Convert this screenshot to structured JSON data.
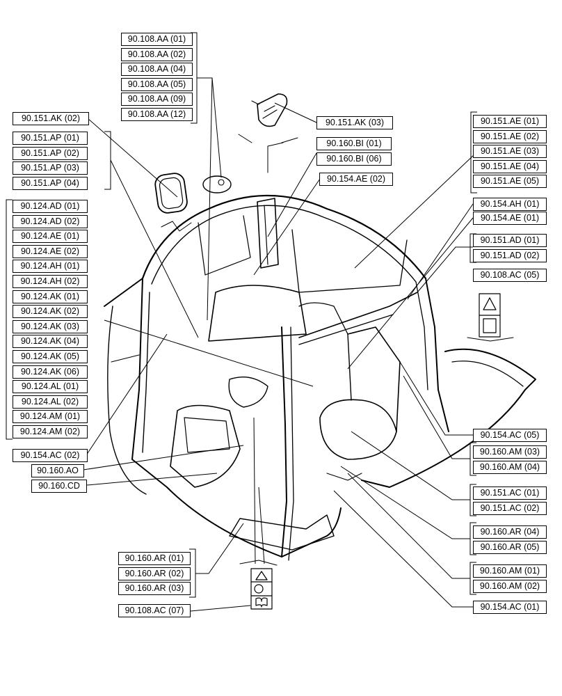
{
  "groups": [
    {
      "id": "g-108aa",
      "items": [
        "90.108.AA (01)",
        "90.108.AA (02)",
        "90.108.AA (04)",
        "90.108.AA (05)",
        "90.108.AA (09)",
        "90.108.AA (12)"
      ]
    },
    {
      "id": "g-151ak02",
      "items": [
        "90.151.AK (02)"
      ]
    },
    {
      "id": "g-151ap",
      "items": [
        "90.151.AP (01)",
        "90.151.AP (02)",
        "90.151.AP (03)",
        "90.151.AP (04)"
      ]
    },
    {
      "id": "g-124",
      "items": [
        "90.124.AD (01)",
        "90.124.AD (02)",
        "90.124.AE (01)",
        "90.124.AE (02)",
        "90.124.AH (01)",
        "90.124.AH (02)",
        "90.124.AK (01)",
        "90.124.AK (02)",
        "90.124.AK (03)",
        "90.124.AK (04)",
        "90.124.AK (05)",
        "90.124.AK (06)",
        "90.124.AL (01)",
        "90.124.AL (02)",
        "90.124.AM (01)",
        "90.124.AM (02)"
      ]
    },
    {
      "id": "g-154ac02",
      "items": [
        "90.154.AC (02)"
      ]
    },
    {
      "id": "g-160ao",
      "items": [
        "90.160.AO"
      ]
    },
    {
      "id": "g-160cd",
      "items": [
        "90.160.CD"
      ]
    },
    {
      "id": "g-151ak03",
      "items": [
        "90.151.AK (03)"
      ]
    },
    {
      "id": "g-160bi",
      "items": [
        "90.160.BI (01)",
        "90.160.BI (06)"
      ]
    },
    {
      "id": "g-154ae02",
      "items": [
        "90.154.AE (02)"
      ]
    },
    {
      "id": "g-151ae",
      "items": [
        "90.151.AE (01)",
        "90.151.AE (02)",
        "90.151.AE (03)",
        "90.151.AE (04)",
        "90.151.AE (05)"
      ]
    },
    {
      "id": "g-154ah01",
      "items": [
        "90.154.AH (01)"
      ]
    },
    {
      "id": "g-154ae01",
      "items": [
        "90.154.AE (01)"
      ]
    },
    {
      "id": "g-151ad",
      "items": [
        "90.151.AD (01)",
        "90.151.AD (02)"
      ]
    },
    {
      "id": "g-108ac05",
      "items": [
        "90.108.AC (05)"
      ]
    },
    {
      "id": "g-154ac05",
      "items": [
        "90.154.AC (05)"
      ]
    },
    {
      "id": "g-160am-a",
      "items": [
        "90.160.AM (03)",
        "90.160.AM (04)"
      ]
    },
    {
      "id": "g-151ac",
      "items": [
        "90.151.AC (01)",
        "90.151.AC (02)"
      ]
    },
    {
      "id": "g-160ar-r",
      "items": [
        "90.160.AR (04)",
        "90.160.AR (05)"
      ]
    },
    {
      "id": "g-160am-b",
      "items": [
        "90.160.AM (01)",
        "90.160.AM (02)"
      ]
    },
    {
      "id": "g-154ac01",
      "items": [
        "90.154.AC (01)"
      ]
    },
    {
      "id": "g-160ar-l",
      "items": [
        "90.160.AR (01)",
        "90.160.AR (02)",
        "90.160.AR (03)"
      ]
    },
    {
      "id": "g-108ac07",
      "items": [
        "90.108.AC (07)"
      ]
    }
  ],
  "decal_glyphs": {
    "warning": "⚠",
    "manual": "📖"
  }
}
